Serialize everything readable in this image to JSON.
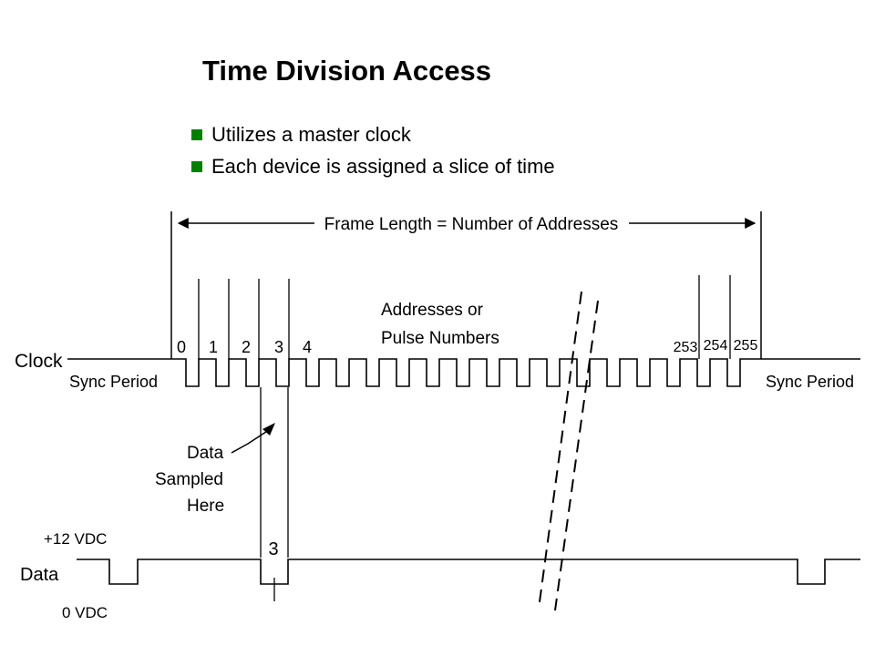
{
  "slide": {
    "title": "Time Division Access",
    "bullets": [
      "Utilizes a master clock",
      "Each device is assigned a slice of time"
    ],
    "bullet_color": "#008000"
  },
  "diagram": {
    "frame_label": "Frame Length = Number of Addresses",
    "clock_label": "Clock",
    "data_label": "Data",
    "sync_period_left": "Sync Period",
    "sync_period_right": "Sync Period",
    "addresses_label_line1": "Addresses or",
    "addresses_label_line2": "Pulse Numbers",
    "pulse_numbers_start": [
      "0",
      "1",
      "2",
      "3",
      "4"
    ],
    "pulse_numbers_end": [
      "253",
      "254",
      "255"
    ],
    "sampled_label": [
      "Data",
      "Sampled",
      "Here"
    ],
    "voltage_high": "+12 VDC",
    "voltage_low": "0 VDC",
    "data_marker": "3"
  }
}
